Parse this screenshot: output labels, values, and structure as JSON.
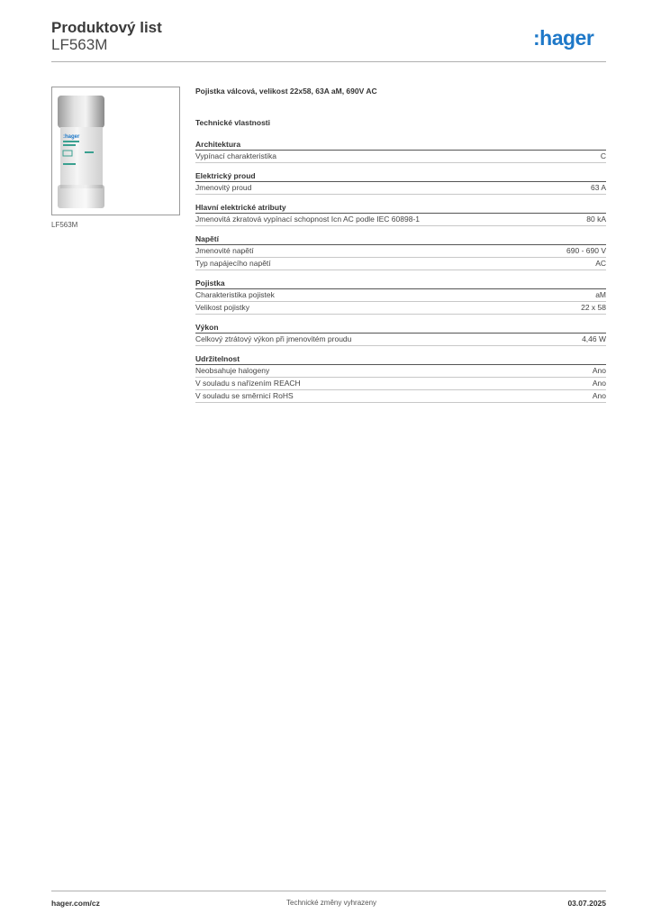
{
  "header": {
    "title": "Produktový list",
    "product_code": "LF563M",
    "logo_text": ":hager",
    "logo_color": "#1e78c8"
  },
  "product_image": {
    "caption": "LF563M",
    "label_brand": ":hager"
  },
  "description": "Pojistka válcová, velikost 22x58, 63A aM, 690V AC",
  "technical_title": "Technické vlastnosti",
  "groups": [
    {
      "title": "Architektura",
      "rows": [
        {
          "label": "Vypínací charakteristika",
          "value": "C"
        }
      ]
    },
    {
      "title": "Elektrický proud",
      "rows": [
        {
          "label": "Jmenovitý proud",
          "value": "63 A"
        }
      ]
    },
    {
      "title": "Hlavní elektrické atributy",
      "rows": [
        {
          "label": "Jmenovitá zkratová vypínací schopnost Icn AC podle IEC 60898-1",
          "value": "80 kA"
        }
      ]
    },
    {
      "title": "Napětí",
      "rows": [
        {
          "label": "Jmenovité napětí",
          "value": "690 - 690 V"
        },
        {
          "label": "Typ napájecího napětí",
          "value": "AC"
        }
      ]
    },
    {
      "title": "Pojistka",
      "rows": [
        {
          "label": "Charakteristika pojistek",
          "value": "aM"
        },
        {
          "label": "Velikost pojistky",
          "value": "22 x 58"
        }
      ]
    },
    {
      "title": "Výkon",
      "rows": [
        {
          "label": "Celkový ztrátový výkon při jmenovitém proudu",
          "value": "4,46 W"
        }
      ]
    },
    {
      "title": "Udržitelnost",
      "rows": [
        {
          "label": "Neobsahuje halogeny",
          "value": "Ano"
        },
        {
          "label": "V souladu s nařízením REACH",
          "value": "Ano"
        },
        {
          "label": "V souladu se směrnicí RoHS",
          "value": "Ano"
        }
      ]
    }
  ],
  "footer": {
    "website": "hager.com/cz",
    "notice": "Technické změny vyhrazeny",
    "date": "03.07.2025"
  }
}
